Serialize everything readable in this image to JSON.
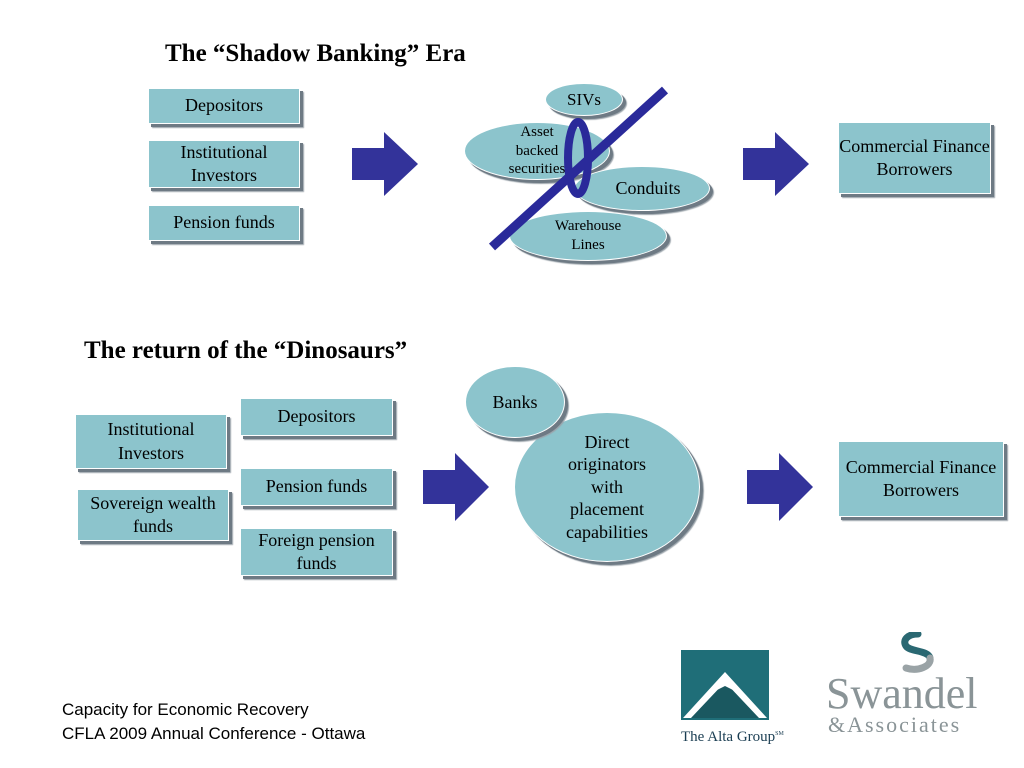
{
  "top": {
    "title": "The “Shadow Banking”  Era",
    "sources": [
      "Depositors",
      "Institutional Investors",
      "Pension funds"
    ],
    "vehicles": {
      "sivs": "SIVs",
      "abs": "Asset backed securities",
      "conduits": "Conduits",
      "warehouse": "Warehouse Lines"
    },
    "target": "Commercial Finance Borrowers"
  },
  "bottom": {
    "title": "The return of the “Dinosaurs”",
    "left_sources": [
      "Institutional Investors",
      "Sovereign wealth funds"
    ],
    "mid_sources": [
      "Depositors",
      "Pension funds",
      "Foreign pension funds"
    ],
    "banks": "Banks",
    "direct": "Direct originators with placement capabilities",
    "target": "Commercial Finance Borrowers"
  },
  "footer": {
    "line1": "Capacity for Economic Recovery",
    "line2": "CFLA 2009 Annual Conference - Ottawa"
  },
  "logos": {
    "alta": "The Alta Group",
    "alta_mark": "SM",
    "swandel_name": "Swandel",
    "swandel_sub": "&Associates"
  },
  "colors": {
    "box_fill": "#8cc4cc",
    "arrow": "#33339a",
    "strike": "#2a2a9a",
    "alta_teal": "#1f6e78",
    "swandel_text": "#8a9497"
  }
}
